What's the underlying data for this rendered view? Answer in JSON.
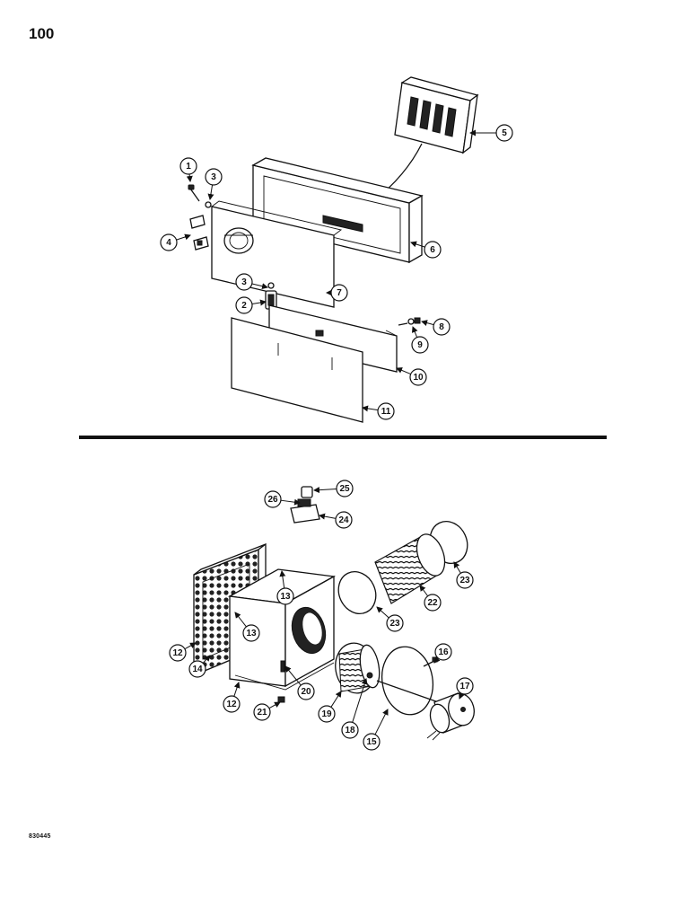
{
  "page": {
    "number": "100",
    "doc_code": "830445"
  },
  "callouts": {
    "upper": [
      "1",
      "3",
      "4",
      "5",
      "6",
      "7",
      "3",
      "2",
      "8",
      "9",
      "10",
      "11"
    ],
    "lower": [
      "25",
      "26",
      "24",
      "23",
      "22",
      "23",
      "13",
      "13",
      "12",
      "14",
      "12",
      "20",
      "21",
      "19",
      "18",
      "15",
      "16",
      "17"
    ]
  }
}
